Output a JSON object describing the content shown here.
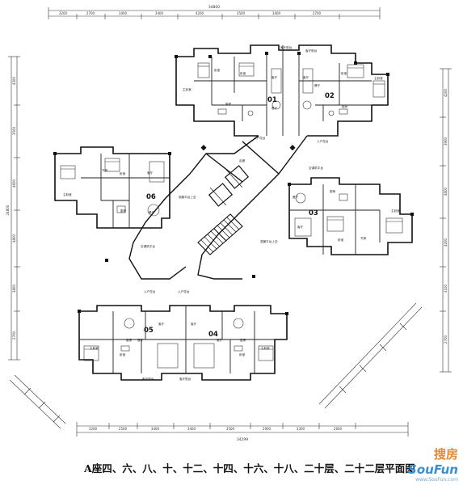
{
  "caption": "A座四、六、八、十、十二、十四、十六、十八、二十层、二十二层平面图",
  "dims": {
    "top_total": "34800",
    "top_segments": [
      "3200",
      "2700",
      "3400",
      "3400",
      "4200",
      "3500",
      "3400",
      "2700"
    ],
    "bottom_total": "34299",
    "bottom_segments": [
      "3200",
      "2500",
      "3400",
      "3400",
      "3500",
      "2900",
      "3300",
      "2600"
    ],
    "left_total": "24800",
    "left_segments": [
      "4300",
      "3500",
      "4600",
      "4800",
      "3800",
      "2700"
    ],
    "right_segments": [
      "4200",
      "3900",
      "4600",
      "4200",
      "3100",
      "2700"
    ]
  },
  "unit_numbers": [
    "01",
    "02",
    "03",
    "04",
    "05",
    "06"
  ],
  "rooms": {
    "master_bedroom": "主卧室",
    "living": "客厅",
    "dining": "餐厅",
    "bedroom": "卧室",
    "kitchen": "厨房",
    "bath": "卫生间",
    "study": "书房",
    "entry_balcony": "入户花台",
    "balcony": "阳台",
    "living_balcony": "客厅阳台",
    "elevator": "电梯",
    "public_corridor": "走廊",
    "lift_lobby": "电梯间",
    "view_platform_up": "观景平台上空",
    "ac_platform": "空调机平台"
  },
  "watermark": {
    "line1": "搜房",
    "line2": "SouFun",
    "line3": "www.SouFun.com"
  }
}
